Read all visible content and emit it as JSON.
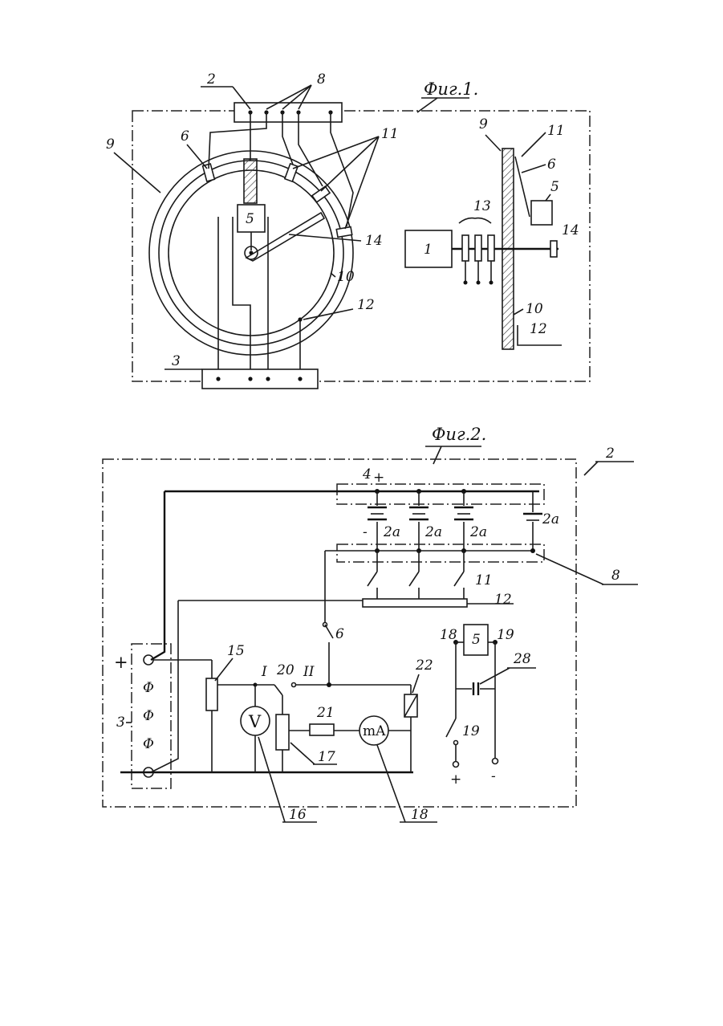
{
  "fig1": {
    "caption": "Фиг.1.",
    "labels": {
      "l2": "2",
      "l8": "8",
      "l9": "9",
      "l6": "6",
      "l11": "11",
      "l5": "5",
      "l14": "14",
      "l10": "10",
      "l12": "12",
      "l3": "3",
      "s9": "9",
      "s11": "11",
      "s6": "6",
      "s5": "5",
      "s13": "13",
      "s1": "1",
      "s14": "14",
      "s10": "10",
      "s12": "12"
    }
  },
  "fig2": {
    "caption": "Фиг.2.",
    "labels": {
      "outer2": "2",
      "l4": "4",
      "plus_top": "+",
      "l2a_1": "2a",
      "l2a_2": "2a",
      "l2a_3": "2a",
      "l2a_4": "2a",
      "minus_top": "-",
      "l8": "8",
      "l11": "11",
      "l12": "12",
      "l6": "6",
      "l15": "15",
      "sw_I": "I",
      "l20": "20",
      "sw_II": "II",
      "l22": "22",
      "l21": "21",
      "l17": "17",
      "meter_V": "V",
      "meter_mA": "mA",
      "l16": "16",
      "l18_bottom": "18",
      "plus_left": "+",
      "l3": "3",
      "l18_top": "18",
      "l5": "5",
      "l19_top": "19",
      "l28": "28",
      "l19_sw": "19",
      "plus_bottom": "+",
      "minus_bottom": "-",
      "socket_sym": "Φ"
    }
  }
}
